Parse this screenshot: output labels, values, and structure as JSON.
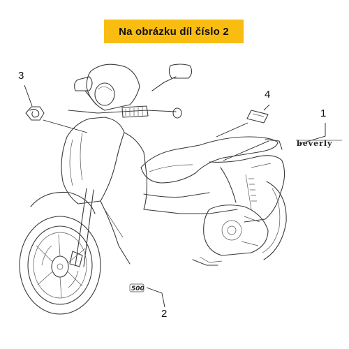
{
  "header": {
    "title": "Na obrázku díl číslo 2",
    "color": "#f9bd12"
  },
  "callouts": [
    {
      "number": "1",
      "part": "logo-decal"
    },
    {
      "number": "2",
      "part": "model-badge"
    },
    {
      "number": "3",
      "part": "hexagon-emblem"
    },
    {
      "number": "4",
      "part": "label-plate"
    }
  ],
  "decals": {
    "logo_text": "beverly",
    "badge_text": "500"
  }
}
